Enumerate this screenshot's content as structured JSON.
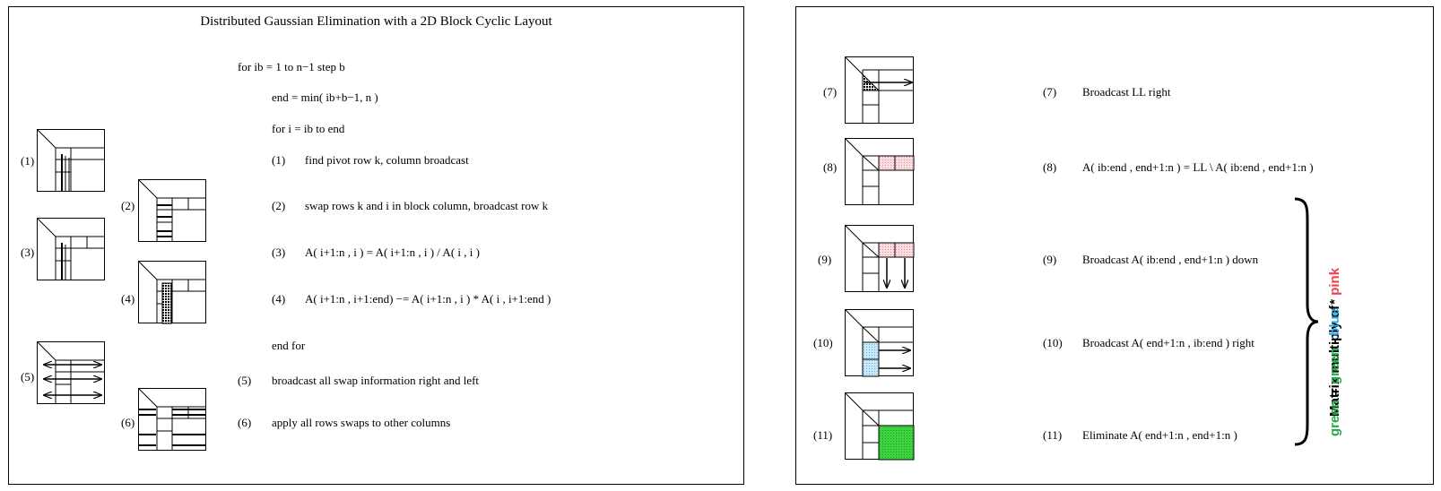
{
  "left": {
    "title": "Distributed Gaussian Elimination with a 2D Block Cyclic Layout",
    "code": [
      "for ib = 1 to n−1 step b",
      "end = min( ib+b−1, n )",
      "for i = ib to end",
      "find pivot row k, column broadcast",
      "swap rows k and i in block column, broadcast row k",
      "A( i+1:n , i ) = A( i+1:n , i ) / A( i , i )",
      "A( i+1:n , i+1:end) −= A( i+1:n , i ) * A( i , i+1:end )",
      "end for",
      "broadcast all swap information right and left",
      "apply all rows swaps to other columns"
    ],
    "step_labels": [
      "(1)",
      "(2)",
      "(3)",
      "(4)",
      "(5)",
      "(6)"
    ]
  },
  "right": {
    "step_labels": [
      "(7)",
      "(8)",
      "(9)",
      "(10)",
      "(11)"
    ],
    "descriptions": [
      "Broadcast LL right",
      "A( ib:end , end+1:n ) = LL \\   A( ib:end , end+1:n )",
      "Broadcast A( ib:end , end+1:n ) down",
      "Broadcast A( end+1:n , ib:end ) right",
      "Eliminate A( end+1:n , end+1:n )"
    ],
    "brace_label": {
      "line1": "Matrix multiply of",
      "green_word": "green",
      "eq": " = ",
      "green_word2": "green",
      "minus": " - ",
      "blue_word": "blue",
      "times": " * ",
      "pink_word": "pink"
    }
  },
  "colors": {
    "pink": "#f4c2c6",
    "blue": "#a8d8f4",
    "green": "#33cc33",
    "label_green": "#22aa44",
    "label_blue": "#22a8e0",
    "label_pink": "#f04050"
  }
}
